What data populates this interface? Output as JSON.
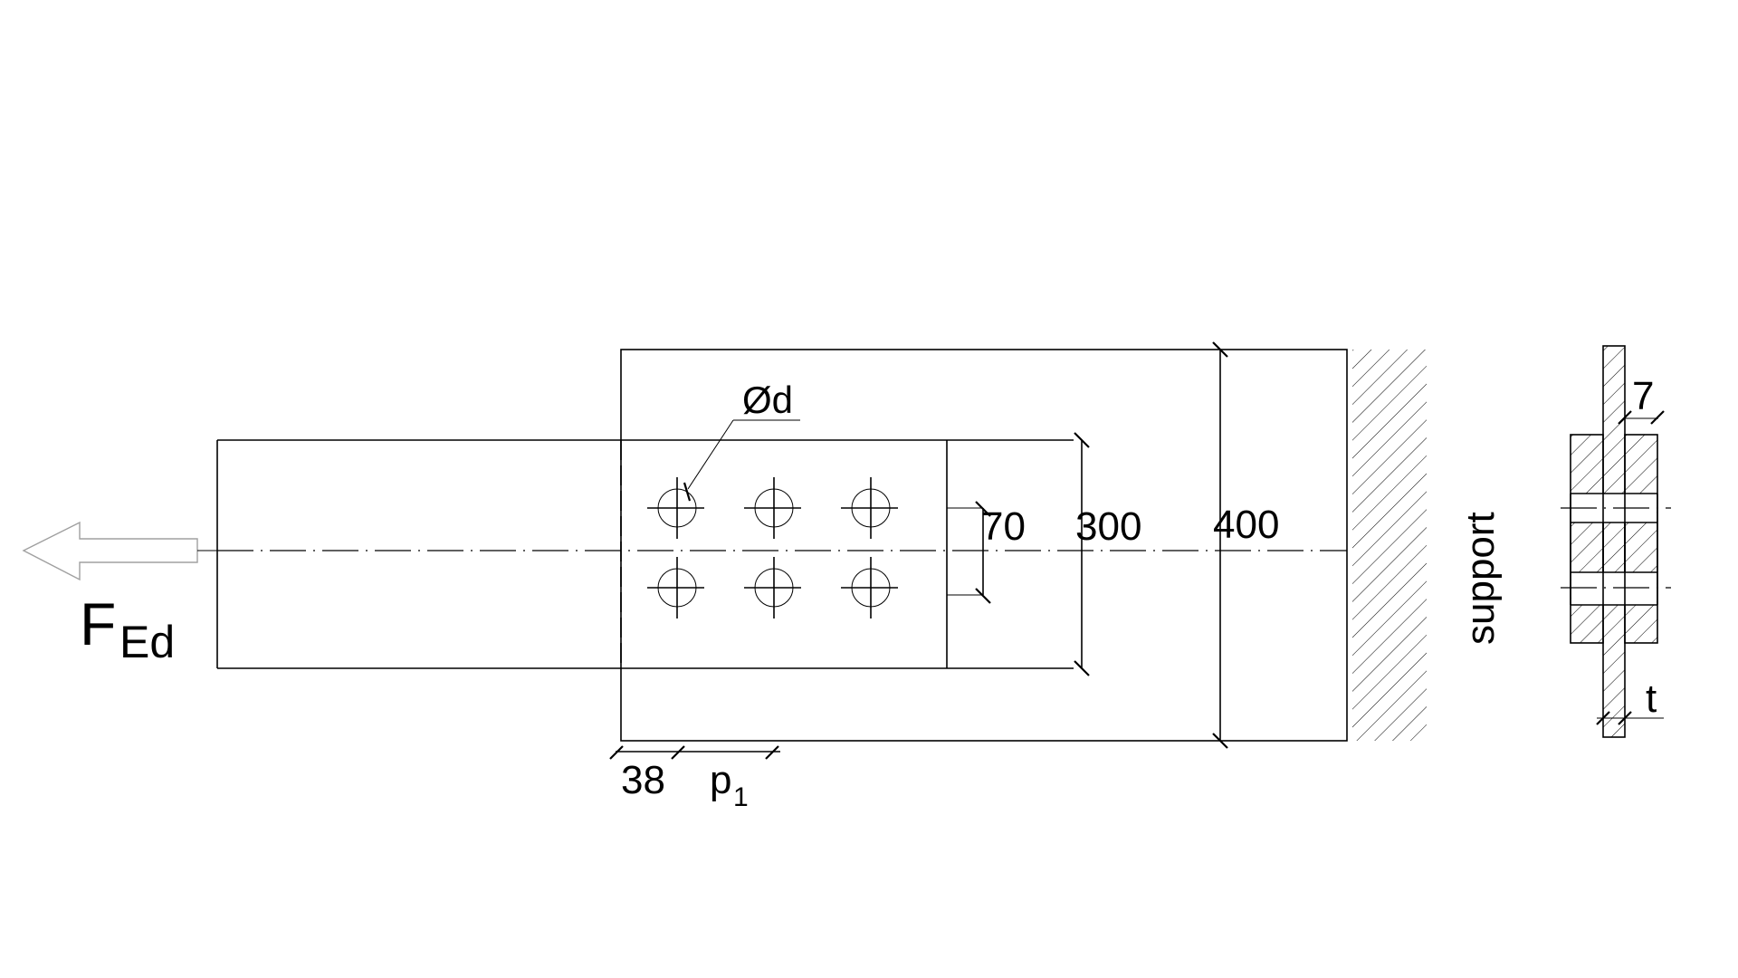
{
  "drawing": {
    "force_label": "F",
    "force_subscript": "Ed",
    "hole_label": "Ød",
    "dim_hole_spacing_transverse": "70",
    "dim_inner_plate_width": "300",
    "dim_outer_plate_width": "400",
    "dim_edge_distance": "38",
    "dim_pitch_label": "p",
    "dim_pitch_subscript": "1",
    "support_label": "support",
    "section_dim_cover_thickness": "7",
    "section_dim_plate_thickness": "t",
    "bolt_rows": 2,
    "bolt_columns": 3,
    "arrow_color": "#a0a0a0",
    "line_color": "#000000"
  }
}
